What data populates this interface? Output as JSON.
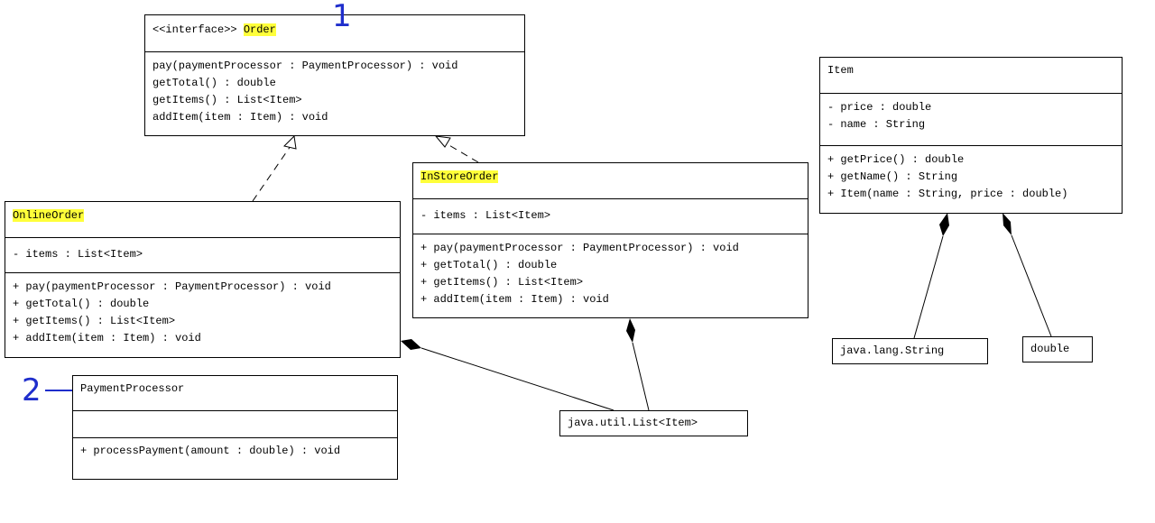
{
  "order": {
    "stereotype": "<<interface>>",
    "name": "Order",
    "methods": [
      "pay(paymentProcessor : PaymentProcessor) : void",
      "getTotal() : double",
      "getItems() : List<Item>",
      "addItem(item : Item) : void"
    ]
  },
  "online_order": {
    "name": "OnlineOrder",
    "attributes": [
      "- items : List<Item>"
    ],
    "methods": [
      "+ pay(paymentProcessor : PaymentProcessor) : void",
      "+ getTotal() : double",
      "+ getItems() : List<Item>",
      "+ addItem(item : Item) : void"
    ]
  },
  "instore_order": {
    "name": "InStoreOrder",
    "attributes": [
      "- items : List<Item>"
    ],
    "methods": [
      "+ pay(paymentProcessor : PaymentProcessor) : void",
      "+ getTotal() : double",
      "+ getItems() : List<Item>",
      "+ addItem(item : Item) : void"
    ]
  },
  "item": {
    "name": "Item",
    "attributes": [
      "- price : double",
      "- name : String"
    ],
    "methods": [
      "+ getPrice() : double",
      "+ getName() : String",
      "+ Item(name : String, price : double)"
    ]
  },
  "payment_processor": {
    "name": "PaymentProcessor",
    "methods": [
      "+ processPayment(amount : double) : void"
    ]
  },
  "list_box": {
    "label": "java.util.List<Item>"
  },
  "string_box": {
    "label": "java.lang.String"
  },
  "double_box": {
    "label": "double"
  },
  "annotations": {
    "one": "1",
    "two": "2"
  },
  "colors": {
    "highlight": "#ffff3a",
    "annotation": "#1f2ecc"
  }
}
